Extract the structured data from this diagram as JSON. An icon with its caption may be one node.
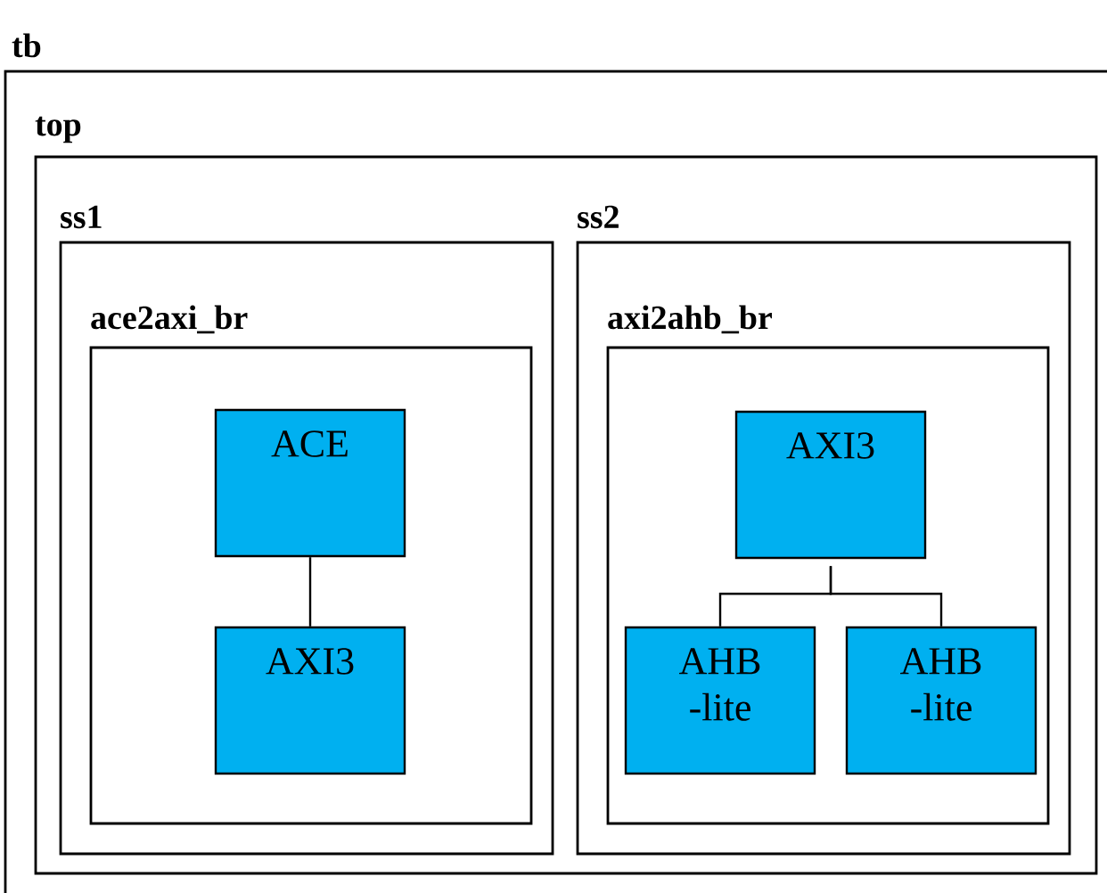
{
  "diagram": {
    "nodes": [
      {
        "text": [
          "tb"
        ]
      },
      {
        "text": [
          "top"
        ],
        "in": 0
      },
      {
        "text": [
          "ss1"
        ],
        "in": 1
      },
      {
        "text": [
          "ace2axi_br"
        ],
        "in": 2
      },
      {
        "text": [
          "ACE"
        ],
        "in": 3
      },
      {
        "text": [
          "AXI3"
        ],
        "in": 3
      },
      {
        "text": [
          "ss2"
        ],
        "in": 1
      },
      {
        "text": [
          "axi2ahb_br"
        ],
        "in": 6
      },
      {
        "text": [
          "AXI3"
        ],
        "in": 7
      },
      {
        "text": [
          "AHB -lite"
        ],
        "in": 7
      },
      {
        "text": [
          "AHB -lite"
        ],
        "in": 7
      }
    ],
    "edges": [
      {
        "from": 4,
        "to": 5,
        "arrow": "none"
      },
      {
        "from": 8,
        "to": 9,
        "arrow": "none"
      },
      {
        "from": 8,
        "to": 10,
        "arrow": "none"
      }
    ]
  }
}
